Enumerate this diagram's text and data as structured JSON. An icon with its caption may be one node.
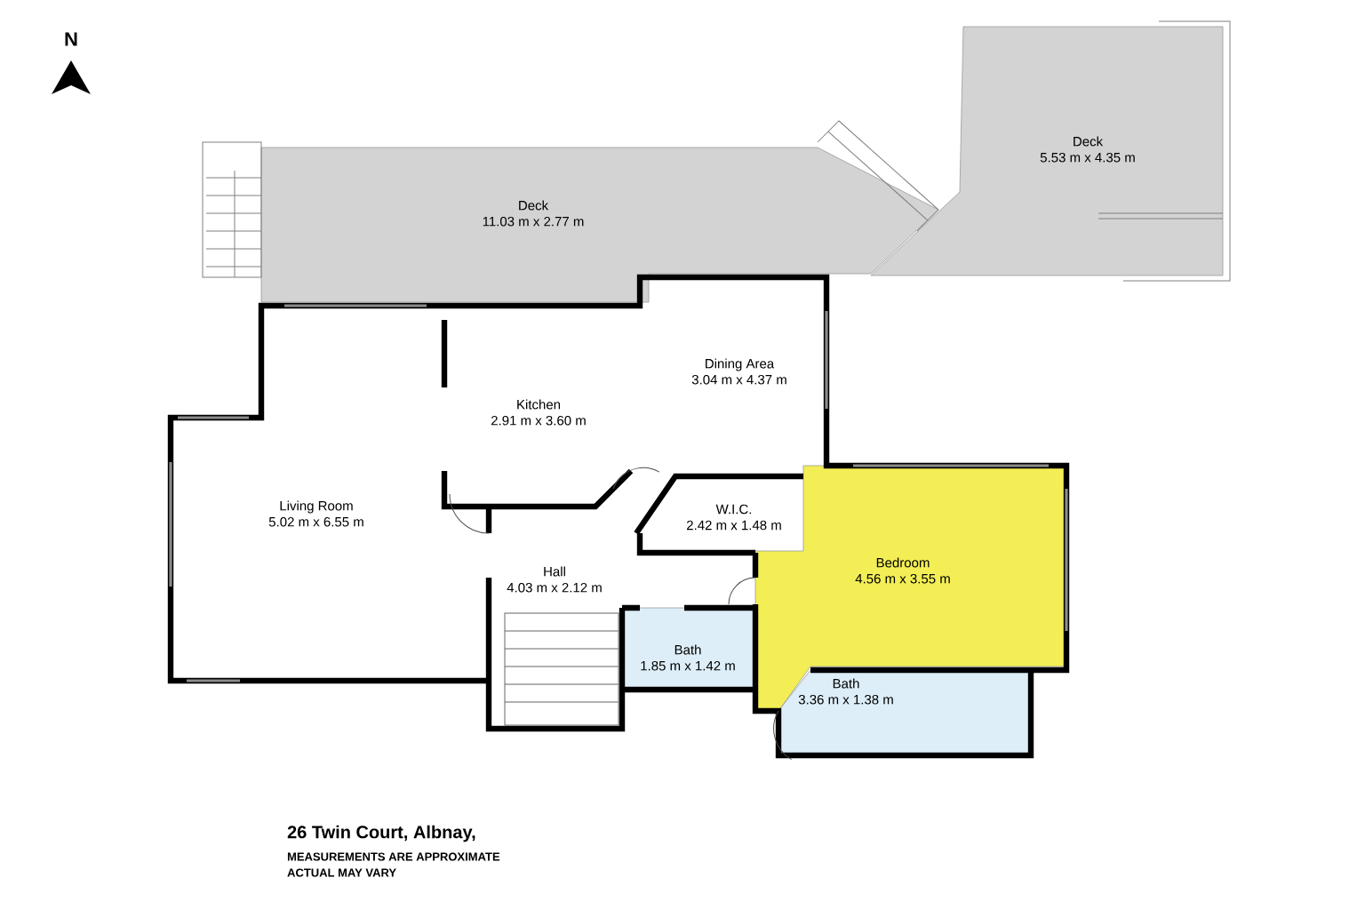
{
  "diagram": {
    "nodes": [
      {
        "text": [
          "Deck",
          "11.03 m x 2.77 m"
        ]
      },
      {
        "text": [
          "Deck",
          "5.53 m x 4.35 m"
        ]
      },
      {
        "text": [
          "Kitchen",
          "2.91 m x 3.60 m"
        ]
      },
      {
        "text": [
          "Dining Area",
          "3.04 m x 4.37 m"
        ]
      },
      {
        "text": [
          "Living Room",
          "5.02 m x 6.55 m"
        ]
      },
      {
        "text": [
          "W.I.C.",
          "2.42 m x 1.48 m"
        ]
      },
      {
        "text": [
          "Hall",
          "4.03 m x 2.12 m"
        ]
      },
      {
        "text": [
          "Bedroom",
          "4.56 m x 3.55 m"
        ]
      },
      {
        "text": [
          "Bath",
          "1.85 m x 1.42 m"
        ]
      },
      {
        "text": [
          "Bath",
          "3.36 m x 1.38 m"
        ]
      }
    ],
    "labels": [
      "N",
      "26 Twin Court, Albnay,",
      "MEASUREMENTS ARE APPROXIMATE",
      "ACTUAL MAY VARY"
    ]
  }
}
